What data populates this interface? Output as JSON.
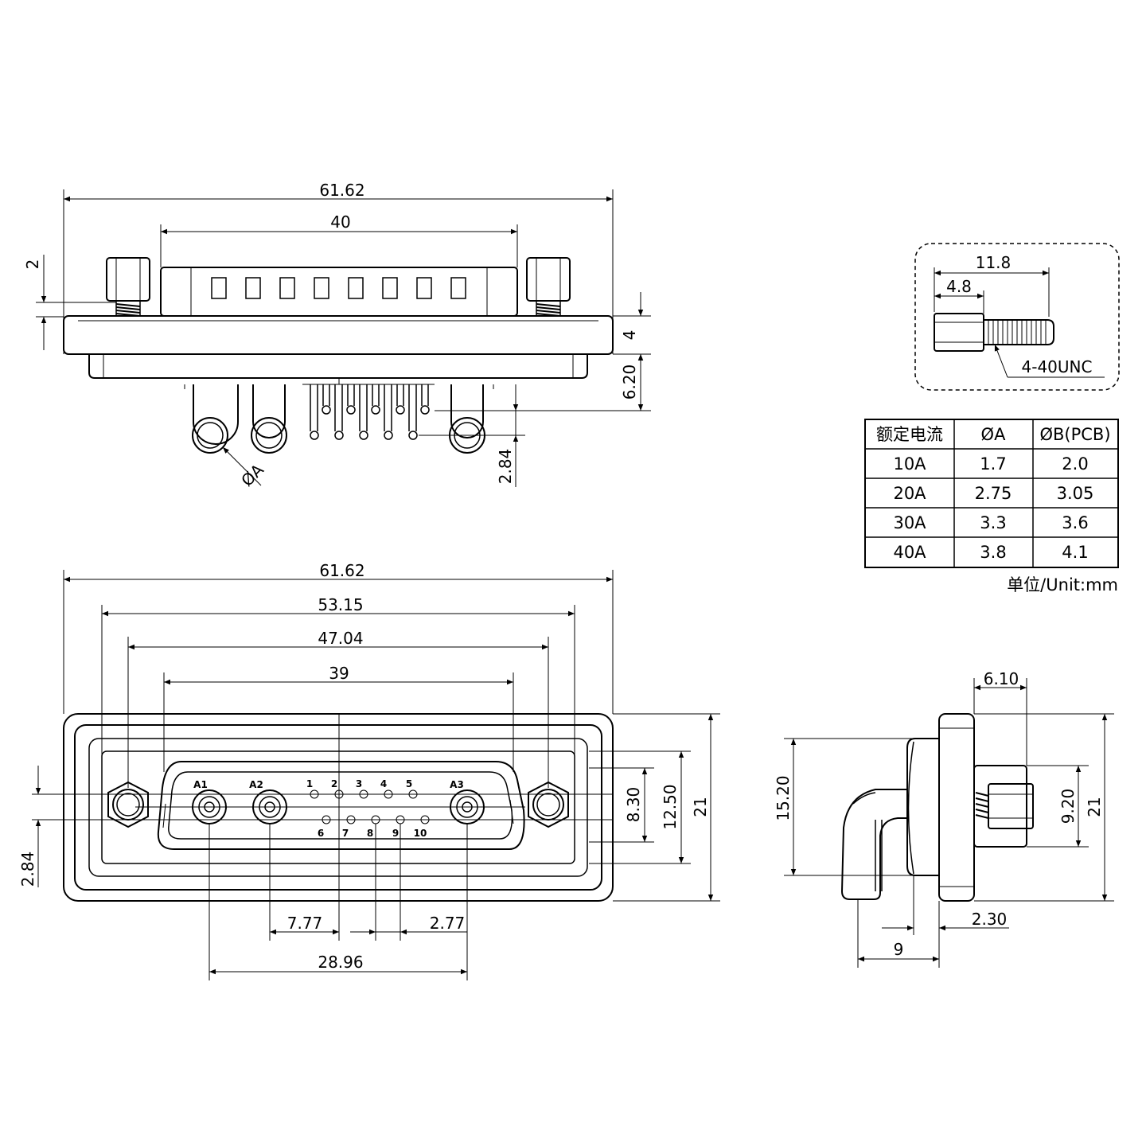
{
  "front_view": {
    "dims": {
      "overall_width": "61.62",
      "body_width": "40",
      "screw_gap": "2",
      "flange_thickness": "4",
      "shell_depth": "6.20",
      "pin_offset": "2.84",
      "hole_label": "ØA"
    }
  },
  "face_view": {
    "dims": {
      "overall_width": "61.62",
      "d1": "53.15",
      "mount_pitch": "47.04",
      "d_shell": "39",
      "h_830": "8.30",
      "h_1250": "12.50",
      "h_21": "21",
      "left_284": "2.84",
      "d_777": "7.77",
      "d_277": "2.77",
      "d_2896": "28.96"
    },
    "pins": {
      "a1": "A1",
      "a2": "A2",
      "a3": "A3",
      "p1": "1",
      "p2": "2",
      "p3": "3",
      "p4": "4",
      "p5": "5",
      "p6": "6",
      "p7": "7",
      "p8": "8",
      "p9": "9",
      "p10": "10"
    }
  },
  "side_view": {
    "dims": {
      "d_610": "6.10",
      "d_1520": "15.20",
      "d_920": "9.20",
      "d_21": "21",
      "d_230": "2.30",
      "d_9": "9"
    }
  },
  "screw_detail": {
    "length": "11.8",
    "hex_length": "4.8",
    "thread": "4-40UNC"
  },
  "table": {
    "headers": [
      "额定电流",
      "ØA",
      "ØB(PCB)"
    ],
    "rows": [
      [
        "10A",
        "1.7",
        "2.0"
      ],
      [
        "20A",
        "2.75",
        "3.05"
      ],
      [
        "30A",
        "3.3",
        "3.6"
      ],
      [
        "40A",
        "3.8",
        "4.1"
      ]
    ],
    "unit": "单位/Unit:mm"
  }
}
